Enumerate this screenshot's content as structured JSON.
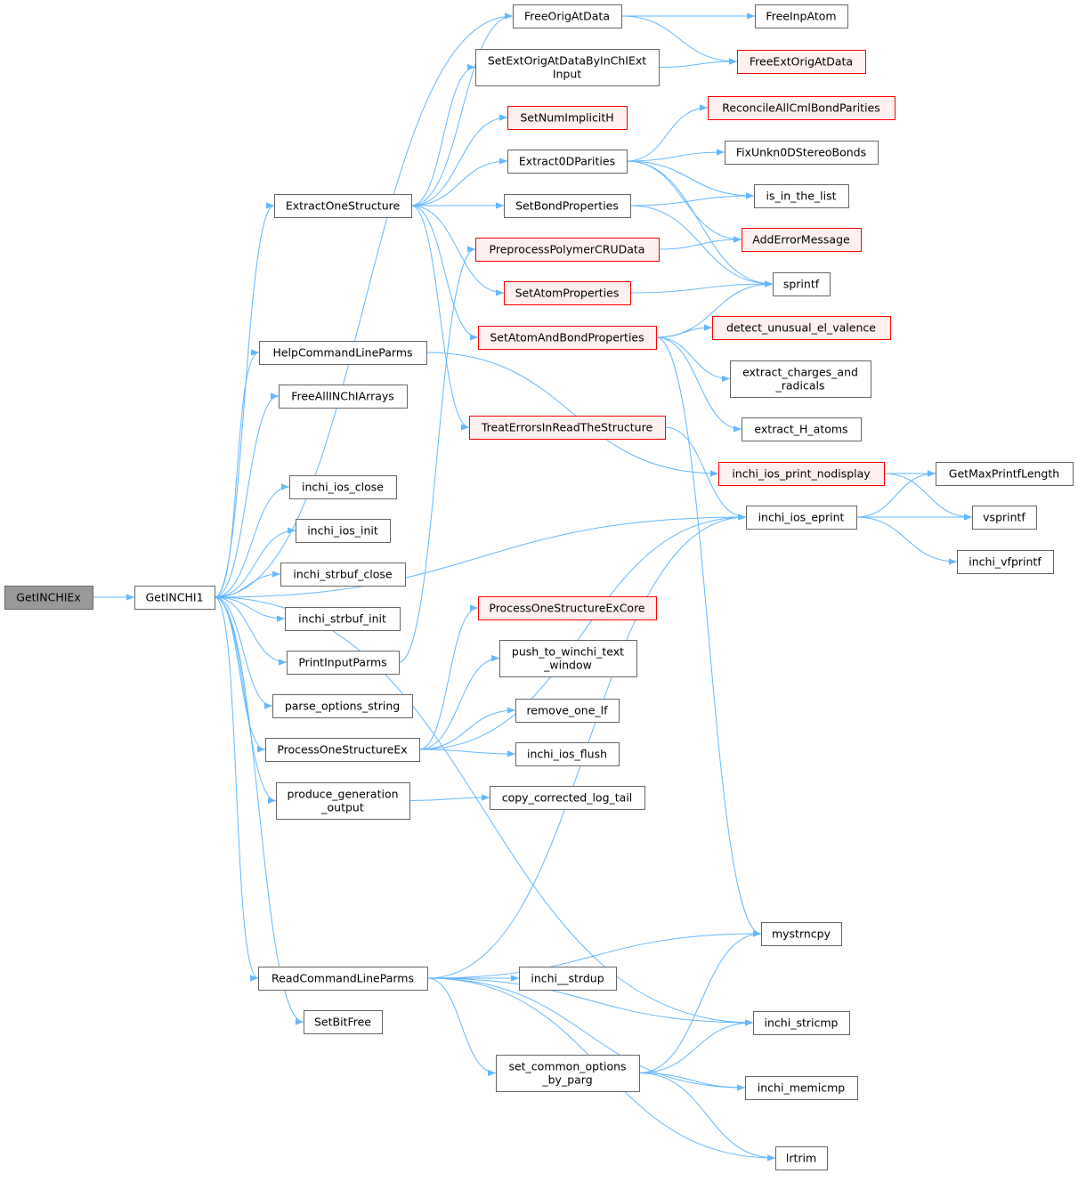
{
  "nodes": {
    "GetINCHIEx": {
      "lines": [
        "GetINCHIEx"
      ],
      "style": "root"
    },
    "GetINCHI1": {
      "lines": [
        "GetINCHI1"
      ],
      "style": "normal"
    },
    "ExtractOneStructure": {
      "lines": [
        "ExtractOneStructure"
      ],
      "style": "normal"
    },
    "HelpCommandLineParms": {
      "lines": [
        "HelpCommandLineParms"
      ],
      "style": "normal"
    },
    "FreeAllINChIArrays": {
      "lines": [
        "FreeAllINChIArrays"
      ],
      "style": "normal"
    },
    "inchi_ios_close": {
      "lines": [
        "inchi_ios_close"
      ],
      "style": "normal"
    },
    "inchi_ios_init": {
      "lines": [
        "inchi_ios_init"
      ],
      "style": "normal"
    },
    "inchi_strbuf_close": {
      "lines": [
        "inchi_strbuf_close"
      ],
      "style": "normal"
    },
    "inchi_strbuf_init": {
      "lines": [
        "inchi_strbuf_init"
      ],
      "style": "normal"
    },
    "PrintInputParms": {
      "lines": [
        "PrintInputParms"
      ],
      "style": "normal"
    },
    "parse_options_string": {
      "lines": [
        "parse_options_string"
      ],
      "style": "normal"
    },
    "ProcessOneStructureEx": {
      "lines": [
        "ProcessOneStructureEx"
      ],
      "style": "normal"
    },
    "produce_generation_output": {
      "lines": [
        "produce_generation",
        "_output"
      ],
      "style": "normal"
    },
    "ReadCommandLineParms": {
      "lines": [
        "ReadCommandLineParms"
      ],
      "style": "normal"
    },
    "SetBitFree": {
      "lines": [
        "SetBitFree"
      ],
      "style": "normal"
    },
    "FreeOrigAtData": {
      "lines": [
        "FreeOrigAtData"
      ],
      "style": "normal"
    },
    "SetExtOrigAtDataByInChIExtInput": {
      "lines": [
        "SetExtOrigAtDataByInChIExt",
        "Input"
      ],
      "style": "normal"
    },
    "SetNumImplicitH": {
      "lines": [
        "SetNumImplicitH"
      ],
      "style": "red"
    },
    "Extract0DParities": {
      "lines": [
        "Extract0DParities"
      ],
      "style": "normal"
    },
    "SetBondProperties": {
      "lines": [
        "SetBondProperties"
      ],
      "style": "normal"
    },
    "PreprocessPolymerCRUData": {
      "lines": [
        "PreprocessPolymerCRUData"
      ],
      "style": "red"
    },
    "SetAtomProperties": {
      "lines": [
        "SetAtomProperties"
      ],
      "style": "red"
    },
    "SetAtomAndBondProperties": {
      "lines": [
        "SetAtomAndBondProperties"
      ],
      "style": "red"
    },
    "TreatErrorsInReadTheStructure": {
      "lines": [
        "TreatErrorsInReadTheStructure"
      ],
      "style": "red"
    },
    "ProcessOneStructureExCore": {
      "lines": [
        "ProcessOneStructureExCore"
      ],
      "style": "red"
    },
    "push_to_winchi_text_window": {
      "lines": [
        "push_to_winchi_text",
        "_window"
      ],
      "style": "normal"
    },
    "remove_one_lf": {
      "lines": [
        "remove_one_lf"
      ],
      "style": "normal"
    },
    "inchi_ios_flush": {
      "lines": [
        "inchi_ios_flush"
      ],
      "style": "normal"
    },
    "copy_corrected_log_tail": {
      "lines": [
        "copy_corrected_log_tail"
      ],
      "style": "normal"
    },
    "inchi__strdup": {
      "lines": [
        "inchi__strdup"
      ],
      "style": "normal"
    },
    "set_common_options_by_parg": {
      "lines": [
        "set_common_options",
        "_by_parg"
      ],
      "style": "normal"
    },
    "FreeInpAtom": {
      "lines": [
        "FreeInpAtom"
      ],
      "style": "normal"
    },
    "FreeExtOrigAtData": {
      "lines": [
        "FreeExtOrigAtData"
      ],
      "style": "red"
    },
    "ReconcileAllCmlBondParities": {
      "lines": [
        "ReconcileAllCmlBondParities"
      ],
      "style": "red"
    },
    "FixUnkn0DStereoBonds": {
      "lines": [
        "FixUnkn0DStereoBonds"
      ],
      "style": "normal"
    },
    "is_in_the_list": {
      "lines": [
        "is_in_the_list"
      ],
      "style": "normal"
    },
    "AddErrorMessage": {
      "lines": [
        "AddErrorMessage"
      ],
      "style": "red"
    },
    "sprintf": {
      "lines": [
        "sprintf"
      ],
      "style": "normal"
    },
    "detect_unusual_el_valence": {
      "lines": [
        "detect_unusual_el_valence"
      ],
      "style": "red"
    },
    "extract_charges_and_radicals": {
      "lines": [
        "extract_charges_and",
        "_radicals"
      ],
      "style": "normal"
    },
    "extract_H_atoms": {
      "lines": [
        "extract_H_atoms"
      ],
      "style": "normal"
    },
    "inchi_ios_print_nodisplay": {
      "lines": [
        "inchi_ios_print_nodisplay"
      ],
      "style": "red"
    },
    "inchi_ios_eprint": {
      "lines": [
        "inchi_ios_eprint"
      ],
      "style": "normal"
    },
    "mystrncpy": {
      "lines": [
        "mystrncpy"
      ],
      "style": "normal"
    },
    "inchi_stricmp": {
      "lines": [
        "inchi_stricmp"
      ],
      "style": "normal"
    },
    "inchi_memicmp": {
      "lines": [
        "inchi_memicmp"
      ],
      "style": "normal"
    },
    "lrtrim": {
      "lines": [
        "lrtrim"
      ],
      "style": "normal"
    },
    "GetMaxPrintfLength": {
      "lines": [
        "GetMaxPrintfLength"
      ],
      "style": "normal"
    },
    "vsprintf": {
      "lines": [
        "vsprintf"
      ],
      "style": "normal"
    },
    "inchi_vfprintf": {
      "lines": [
        "inchi_vfprintf"
      ],
      "style": "normal"
    }
  },
  "edges": [
    [
      "GetINCHIEx",
      "GetINCHI1"
    ],
    [
      "GetINCHI1",
      "ExtractOneStructure"
    ],
    [
      "GetINCHI1",
      "FreeOrigAtData"
    ],
    [
      "GetINCHI1",
      "HelpCommandLineParms"
    ],
    [
      "GetINCHI1",
      "FreeAllINChIArrays"
    ],
    [
      "GetINCHI1",
      "inchi_ios_close"
    ],
    [
      "GetINCHI1",
      "inchi_ios_init"
    ],
    [
      "GetINCHI1",
      "inchi_strbuf_close"
    ],
    [
      "GetINCHI1",
      "inchi_strbuf_init"
    ],
    [
      "GetINCHI1",
      "PrintInputParms"
    ],
    [
      "GetINCHI1",
      "parse_options_string"
    ],
    [
      "GetINCHI1",
      "ProcessOneStructureEx"
    ],
    [
      "GetINCHI1",
      "produce_generation_output"
    ],
    [
      "GetINCHI1",
      "ReadCommandLineParms"
    ],
    [
      "GetINCHI1",
      "SetBitFree"
    ],
    [
      "GetINCHI1",
      "inchi_ios_eprint"
    ],
    [
      "GetINCHI1",
      "inchi_stricmp"
    ],
    [
      "ExtractOneStructure",
      "FreeOrigAtData"
    ],
    [
      "ExtractOneStructure",
      "SetExtOrigAtDataByInChIExtInput"
    ],
    [
      "ExtractOneStructure",
      "SetNumImplicitH"
    ],
    [
      "ExtractOneStructure",
      "Extract0DParities"
    ],
    [
      "ExtractOneStructure",
      "SetBondProperties"
    ],
    [
      "ExtractOneStructure",
      "SetAtomProperties"
    ],
    [
      "ExtractOneStructure",
      "SetAtomAndBondProperties"
    ],
    [
      "ExtractOneStructure",
      "TreatErrorsInReadTheStructure"
    ],
    [
      "FreeOrigAtData",
      "FreeInpAtom"
    ],
    [
      "FreeOrigAtData",
      "FreeExtOrigAtData"
    ],
    [
      "SetExtOrigAtDataByInChIExtInput",
      "FreeExtOrigAtData"
    ],
    [
      "Extract0DParities",
      "ReconcileAllCmlBondParities"
    ],
    [
      "Extract0DParities",
      "FixUnkn0DStereoBonds"
    ],
    [
      "Extract0DParities",
      "is_in_the_list"
    ],
    [
      "Extract0DParities",
      "AddErrorMessage"
    ],
    [
      "Extract0DParities",
      "sprintf"
    ],
    [
      "SetBondProperties",
      "is_in_the_list"
    ],
    [
      "SetBondProperties",
      "sprintf"
    ],
    [
      "PreprocessPolymerCRUData",
      "AddErrorMessage"
    ],
    [
      "SetAtomProperties",
      "sprintf"
    ],
    [
      "SetAtomAndBondProperties",
      "sprintf"
    ],
    [
      "SetAtomAndBondProperties",
      "detect_unusual_el_valence"
    ],
    [
      "SetAtomAndBondProperties",
      "extract_charges_and_radicals"
    ],
    [
      "SetAtomAndBondProperties",
      "extract_H_atoms"
    ],
    [
      "SetAtomAndBondProperties",
      "mystrncpy"
    ],
    [
      "HelpCommandLineParms",
      "inchi_ios_print_nodisplay"
    ],
    [
      "TreatErrorsInReadTheStructure",
      "inchi_ios_eprint"
    ],
    [
      "inchi_ios_print_nodisplay",
      "GetMaxPrintfLength"
    ],
    [
      "inchi_ios_print_nodisplay",
      "vsprintf"
    ],
    [
      "inchi_ios_eprint",
      "GetMaxPrintfLength"
    ],
    [
      "inchi_ios_eprint",
      "vsprintf"
    ],
    [
      "inchi_ios_eprint",
      "inchi_vfprintf"
    ],
    [
      "PrintInputParms",
      "PreprocessPolymerCRUData"
    ],
    [
      "ProcessOneStructureEx",
      "inchi_ios_eprint"
    ],
    [
      "ProcessOneStructureEx",
      "ProcessOneStructureExCore"
    ],
    [
      "ProcessOneStructureEx",
      "push_to_winchi_text_window"
    ],
    [
      "ProcessOneStructureEx",
      "remove_one_lf"
    ],
    [
      "ProcessOneStructureEx",
      "inchi_ios_flush"
    ],
    [
      "produce_generation_output",
      "copy_corrected_log_tail"
    ],
    [
      "ReadCommandLineParms",
      "inchi_ios_eprint"
    ],
    [
      "ReadCommandLineParms",
      "mystrncpy"
    ],
    [
      "ReadCommandLineParms",
      "inchi__strdup"
    ],
    [
      "ReadCommandLineParms",
      "inchi_stricmp"
    ],
    [
      "ReadCommandLineParms",
      "set_common_options_by_parg"
    ],
    [
      "ReadCommandLineParms",
      "inchi_memicmp"
    ],
    [
      "ReadCommandLineParms",
      "lrtrim"
    ],
    [
      "set_common_options_by_parg",
      "mystrncpy"
    ],
    [
      "set_common_options_by_parg",
      "inchi_stricmp"
    ],
    [
      "set_common_options_by_parg",
      "inchi_memicmp"
    ],
    [
      "set_common_options_by_parg",
      "lrtrim"
    ]
  ]
}
